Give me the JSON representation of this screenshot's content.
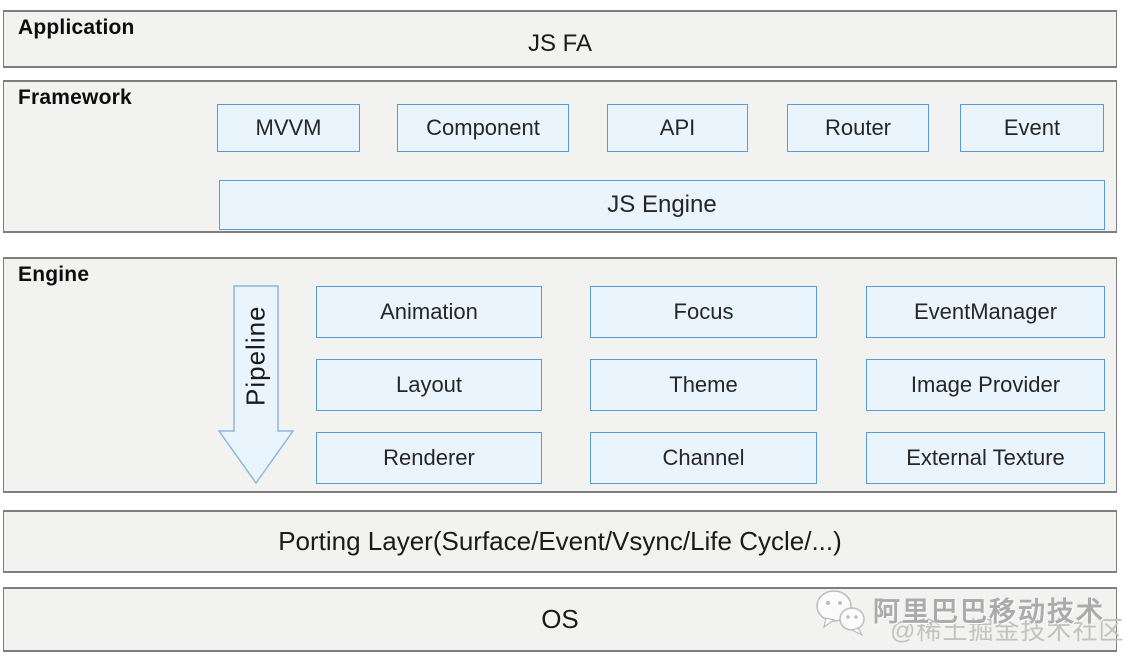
{
  "diagram": {
    "layers": {
      "application": {
        "label": "Application",
        "content": "JS FA"
      },
      "framework": {
        "label": "Framework",
        "boxes": [
          "MVVM",
          "Component",
          "API",
          "Router",
          "Event"
        ],
        "engine_box": "JS Engine"
      },
      "engine": {
        "label": "Engine",
        "pipeline": "Pipeline",
        "boxes": [
          "Animation",
          "Focus",
          "EventManager",
          "Layout",
          "Theme",
          "Image Provider",
          "Renderer",
          "Channel",
          "External Texture"
        ]
      },
      "porting": {
        "label": "Porting Layer(Surface/Event/Vsync/Life Cycle/...)"
      },
      "os": {
        "label": "OS"
      }
    },
    "watermark": {
      "icon": "wechat-icon",
      "line1": "阿里巴巴移动技术",
      "line2": "@稀土掘金技术社区"
    },
    "colors": {
      "layer_bg": "#f2f2f1",
      "layer_border": "#7e7e7e",
      "box_bg": "#e9f4fc",
      "box_border": "#5b9bd5",
      "arrow_bg": "#eaf4fc",
      "arrow_border": "#8db8e0",
      "watermark_gray": "#ababab"
    }
  }
}
